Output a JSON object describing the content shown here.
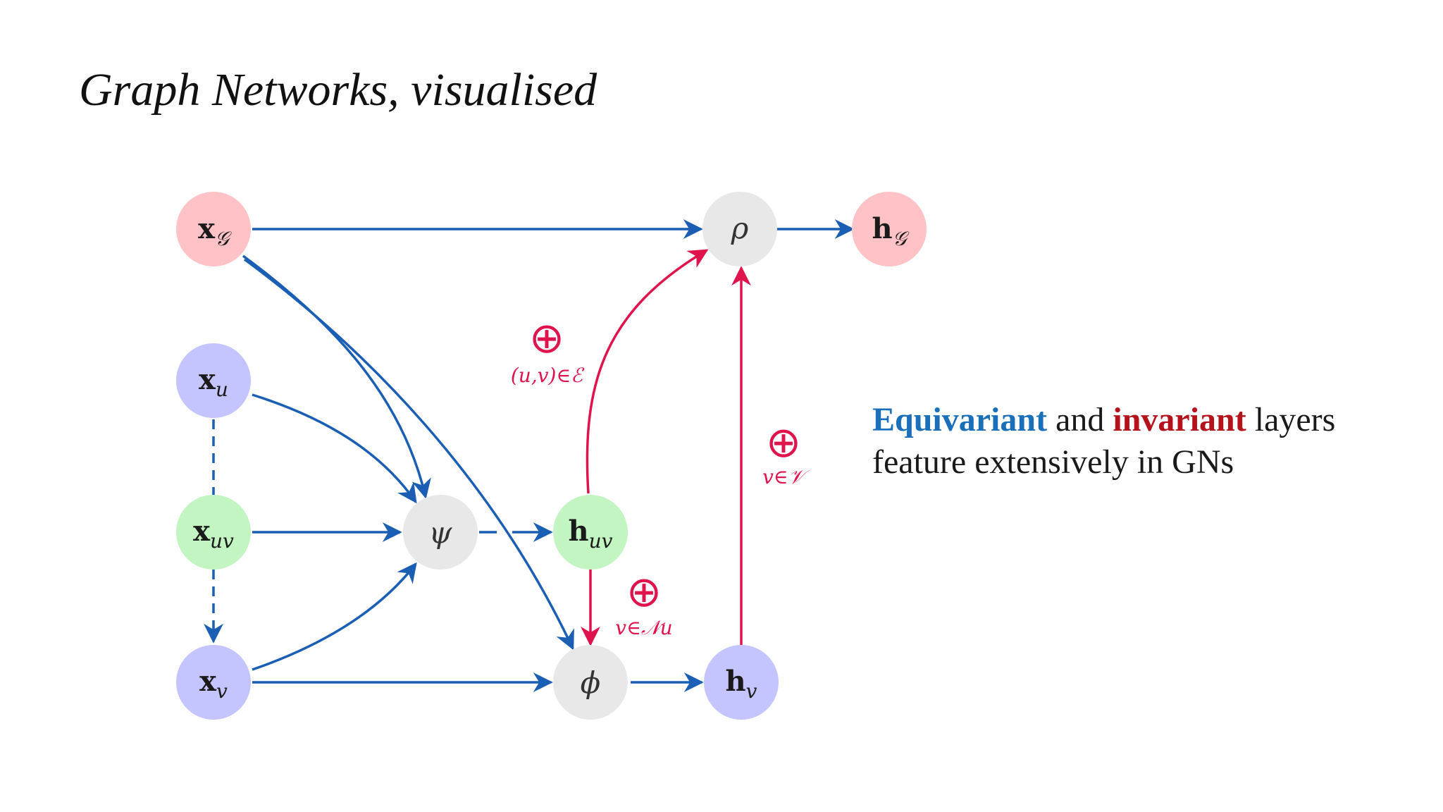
{
  "slide": {
    "title": "Graph Networks, visualised"
  },
  "colors": {
    "equivariant_edge": "#1a5fb4",
    "invariant_edge": "#e0144c",
    "graph_node": "#ffc2c6",
    "node_node": "#c4c4ff",
    "edge_node": "#c2f5c2",
    "operator_node": "#e8e8e8",
    "equivariant_text": "#1a6fba",
    "invariant_text": "#b5121b"
  },
  "nodes": {
    "x_graph": {
      "main": "x",
      "sub": "𝒢"
    },
    "x_u": {
      "main": "x",
      "sub": "u"
    },
    "x_uv": {
      "main": "x",
      "sub": "uv"
    },
    "x_v": {
      "main": "x",
      "sub": "v"
    },
    "psi": {
      "symbol": "ψ"
    },
    "phi": {
      "symbol": "ϕ"
    },
    "rho": {
      "symbol": "ρ"
    },
    "h_uv": {
      "main": "h",
      "sub": "uv"
    },
    "h_v": {
      "main": "h",
      "sub": "v"
    },
    "h_graph": {
      "main": "h",
      "sub": "𝒢"
    }
  },
  "aggregations": {
    "edges": {
      "symbol": "⊕",
      "subscript": "(u,v)∈ℰ"
    },
    "nodes": {
      "symbol": "⊕",
      "subscript": "v∈𝒱"
    },
    "neighbours": {
      "symbol": "⊕",
      "subscript": "v∈𝒩u"
    }
  },
  "caption": {
    "equivariant": "Equivariant",
    "and": " and ",
    "invariant": "invariant",
    "rest_line1": " layers",
    "line2": "feature extensively in GNs"
  }
}
